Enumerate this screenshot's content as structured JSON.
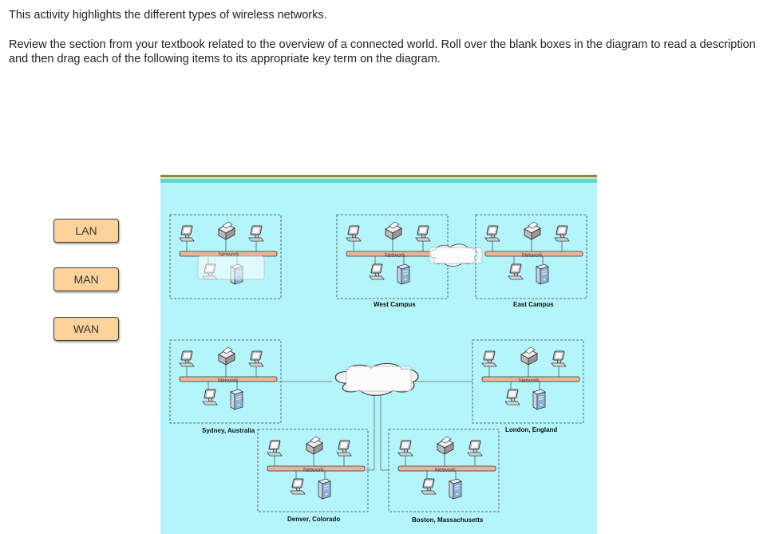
{
  "intro": "This activity highlights the different types of wireless networks.",
  "instructions": "Review the section from your textbook related to the overview of a connected world. Roll over the blank boxes in the diagram to read a description and then drag each of the following items to its appropriate key term on the diagram.",
  "terms": [
    "LAN",
    "MAN",
    "WAN"
  ],
  "diagram": {
    "network_label": "Network",
    "sites": {
      "west_campus": "West Campus",
      "east_campus": "East Campus",
      "sydney": "Sydney, Australia",
      "london": "London, England",
      "denver": "Denver, Colorado",
      "boston": "Boston, Massachusetts"
    }
  },
  "colors": {
    "diagram_bg": "#b3f5fa",
    "term_bg": "#fbd39a",
    "network_bar": "#e9b596"
  }
}
